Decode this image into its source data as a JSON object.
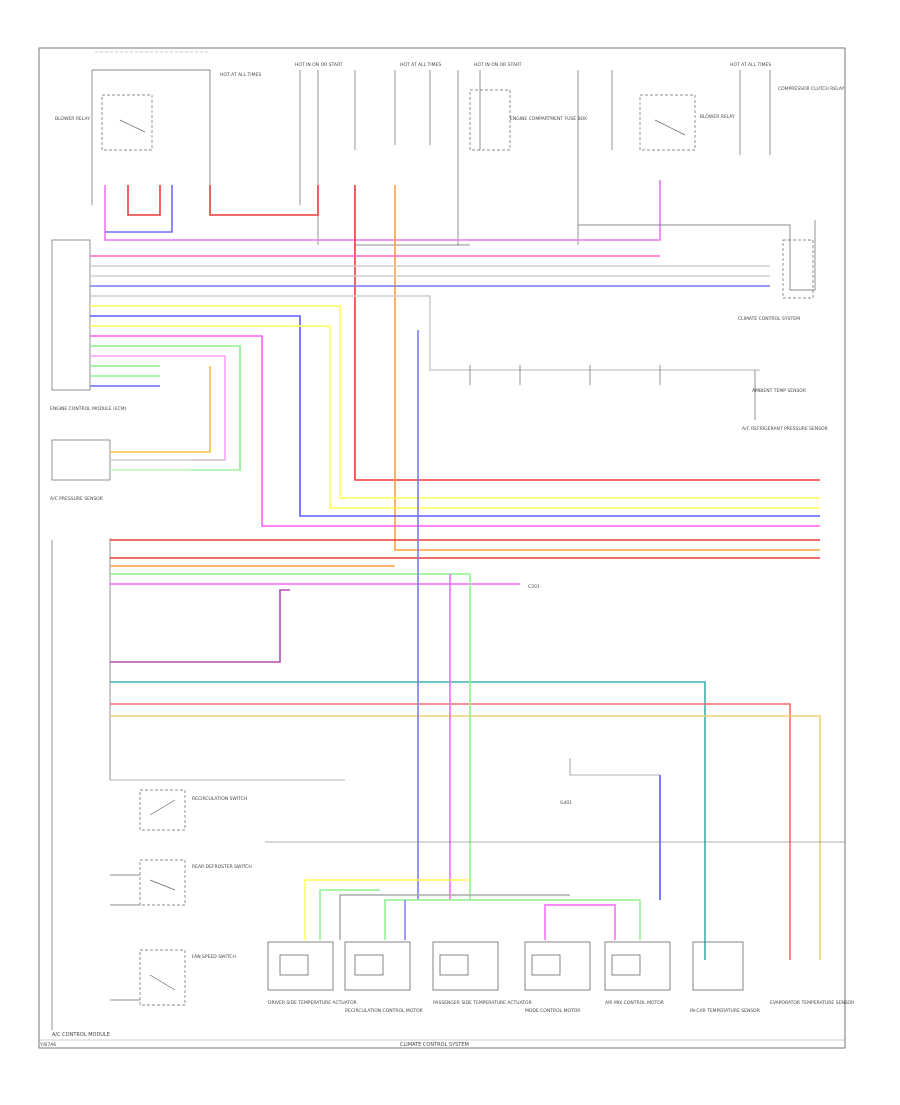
{
  "diagram": {
    "footer_left": "A/C CONTROL MODULE",
    "footer_center": "CLIMATE CONTROL SYSTEM",
    "corner_label": "Y/B7A6",
    "fuse_labels": [
      "HOT AT ALL TIMES",
      "HOT IN ON OR START",
      "HOT AT ALL TIMES",
      "HOT IN ON OR START",
      "HOT AT ALL TIMES"
    ],
    "relay_labels": [
      "BLOWER RELAY",
      "ENGINE COMPARTMENT FUSE BOX",
      "BLOWER RELAY",
      "COMPRESSOR CLUTCH RELAY"
    ],
    "left_modules": [
      "ENGINE CONTROL MODULE (ECM)",
      "A/C PRESSURE SENSOR"
    ],
    "right_notes": [
      "CLIMATE CONTROL SYSTEM",
      "AMBIENT TEMP SENSOR",
      "A/C REFRIGERANT PRESSURE SENSOR"
    ],
    "switch_labels": [
      "RECIRCULATION SWITCH",
      "REAR DEFROSTER SWITCH",
      "FAN SPEED SWITCH"
    ],
    "bottom_components": [
      "DRIVER SIDE TEMPERATURE ACTUATOR",
      "RECIRCULATION CONTROL MOTOR",
      "PASSENGER SIDE TEMPERATURE ACTUATOR",
      "MODE CONTROL MOTOR",
      "AIR MIX CONTROL MOTOR",
      "IN-CAR TEMPERATURE SENSOR",
      "EVAPORATOR TEMPERATURE SENSOR"
    ],
    "connector_code": "C201",
    "ground_label": "G401"
  }
}
